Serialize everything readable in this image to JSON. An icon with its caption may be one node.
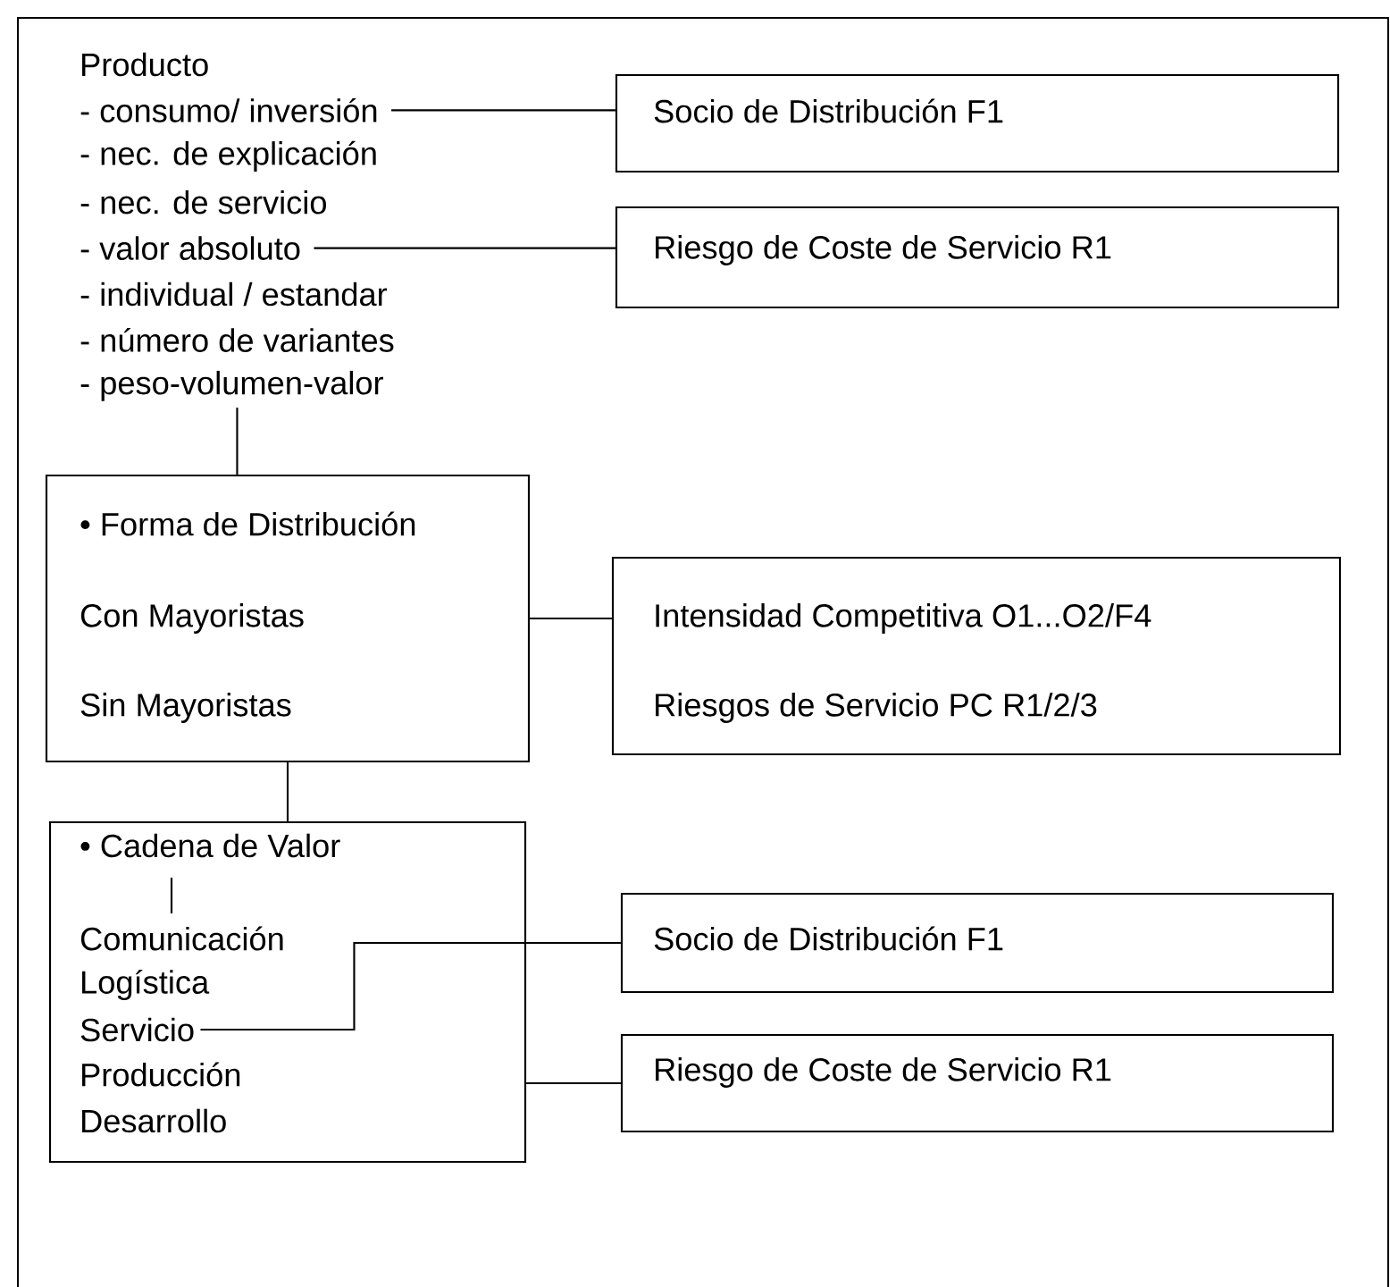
{
  "diagram": {
    "nodes": [
      {
        "text": [
          "Producto",
          "- consumo/ inversión",
          "- nec. de explicación",
          "- nec. de servicio",
          "- valor absoluto",
          "- individual / estandar",
          "- número de variantes",
          "- peso-volumen-valor"
        ]
      },
      {
        "text": [
          "Socio de Distribución F1"
        ]
      },
      {
        "text": [
          "Riesgo de Coste de Servicio R1"
        ]
      },
      {
        "text": [
          "• Forma de Distribución",
          "Con Mayoristas",
          "Sin Mayoristas"
        ]
      },
      {
        "text": [
          "Intensidad Competitiva O1...O2/F4",
          "Riesgos de Servicio PC R1/2/3"
        ]
      },
      {
        "text": [
          "• Cadena de Valor",
          "Comunicación",
          "Logística",
          "Servicio",
          "Producción",
          "Desarrollo"
        ]
      },
      {
        "text": [
          "Socio de Distribución F1"
        ]
      },
      {
        "text": [
          "Riesgo de Coste de Servicio R1"
        ]
      }
    ],
    "edges": [
      {
        "from": 0,
        "to": 1,
        "arrow": "none"
      },
      {
        "from": 0,
        "to": 2,
        "arrow": "none"
      },
      {
        "from": 0,
        "to": 3,
        "arrow": "none"
      },
      {
        "from": 3,
        "to": 4,
        "arrow": "none"
      },
      {
        "from": 3,
        "to": 5,
        "arrow": "none"
      },
      {
        "from": 5,
        "to": 6,
        "arrow": "none"
      },
      {
        "from": 5,
        "to": 7,
        "arrow": "none"
      }
    ]
  }
}
